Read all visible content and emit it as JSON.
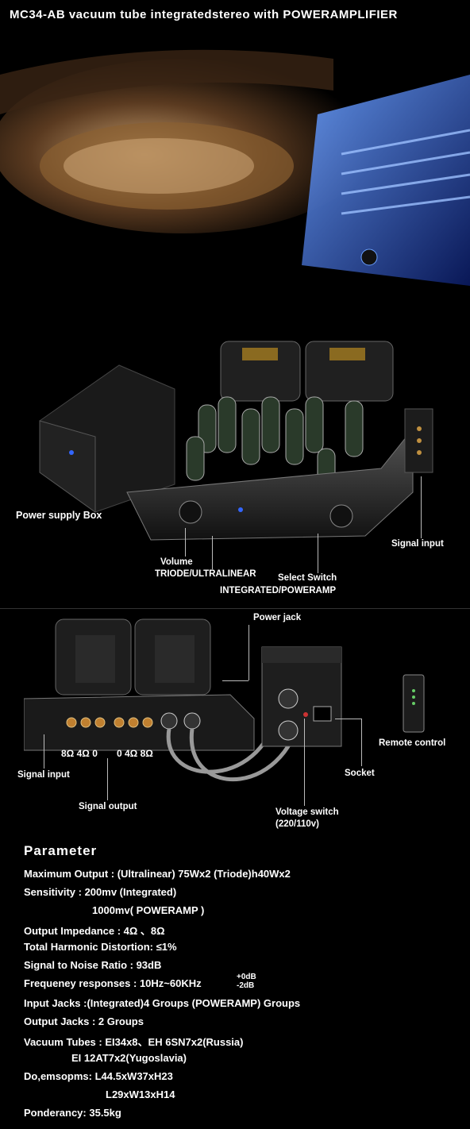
{
  "title": "MC34-AB vacuum tube integratedstereo  with POWERAMPLIFIER",
  "front_labels": {
    "power_supply_box": "Power supply Box",
    "volume": "Volume",
    "triode": "TRIODE/ULTRALINEAR",
    "select_switch": "Select Switch",
    "integrated": "INTEGRATED/POWERAMP",
    "signal_input": "Signal input"
  },
  "rear_labels": {
    "power_jack": "Power jack",
    "remote_control": "Remote control",
    "signal_input": "Signal input",
    "socket": "Socket",
    "signal_output": "Signal output",
    "voltage_switch": "Voltage switch",
    "voltage_value": "(220/110v)",
    "impedance_left": "8Ω 4Ω  0",
    "impedance_right": "0  4Ω 8Ω"
  },
  "parameters": {
    "heading": "Parameter",
    "max_output": "Maximum Output : (Ultralinear) 75Wx2     (Triode)h40Wx2",
    "sensitivity_1": "Sensitivity :  200mv (Integrated)",
    "sensitivity_2": "1000mv( POWERAMP )",
    "output_impedance": "Output Impedance :  4Ω 、8Ω",
    "thd": "Total Harmonic Distortion:  ≤1%",
    "snr": "Signal to Noise Ratio :   93dB",
    "freq": "Frequeney responses : 10Hz~60KHz",
    "freq_plus": "+0dB",
    "freq_minus": "-2dB",
    "input_jacks": "Input Jacks :(Integrated)4 Groups   (POWERAMP) Groups",
    "output_jacks": "Output Jacks :  2 Groups",
    "vacuum_tubes_1": "Vacuum Tubes :  EI34x8、EH 6SN7x2(Russia)",
    "vacuum_tubes_2": "EI 12AT7x2(Yugoslavia)",
    "dimensions_1": "Do,emsopms:  L44.5xW37xH23",
    "dimensions_2": "L29xW13xH14",
    "ponderancy": "Ponderancy:  35.5kg"
  }
}
